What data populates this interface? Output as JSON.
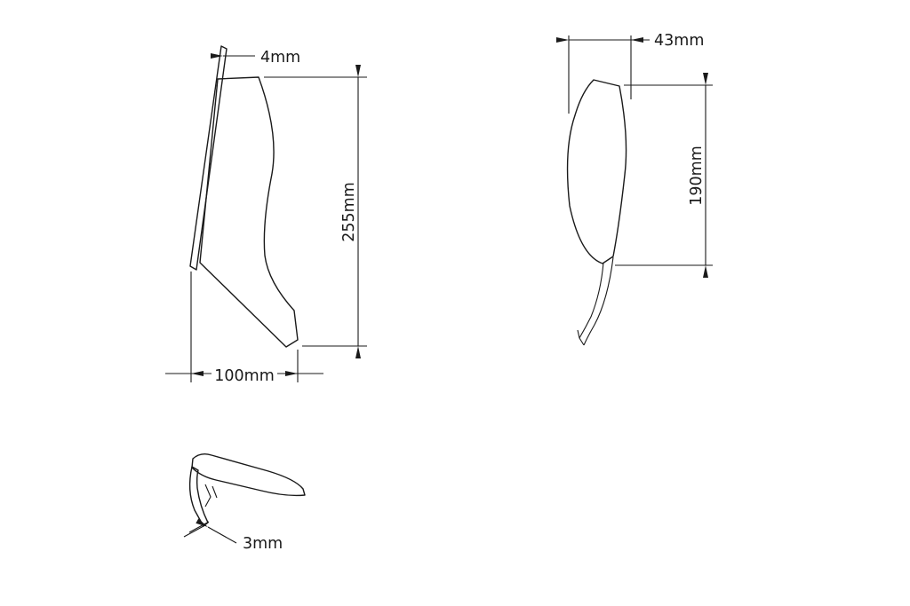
{
  "drawing": {
    "background_color": "#ffffff",
    "line_color": "#1a1a1a",
    "views": {
      "side_view": {
        "description": "windscreen-side-profile-view",
        "dim_thickness": "4mm",
        "dim_height": "255mm",
        "dim_width": "100mm"
      },
      "front_view": {
        "description": "windscreen-front-view",
        "dim_width": "43mm",
        "dim_height": "190mm"
      },
      "section_view": {
        "description": "windscreen-top-section-view",
        "dim_thickness": "3mm"
      }
    }
  }
}
